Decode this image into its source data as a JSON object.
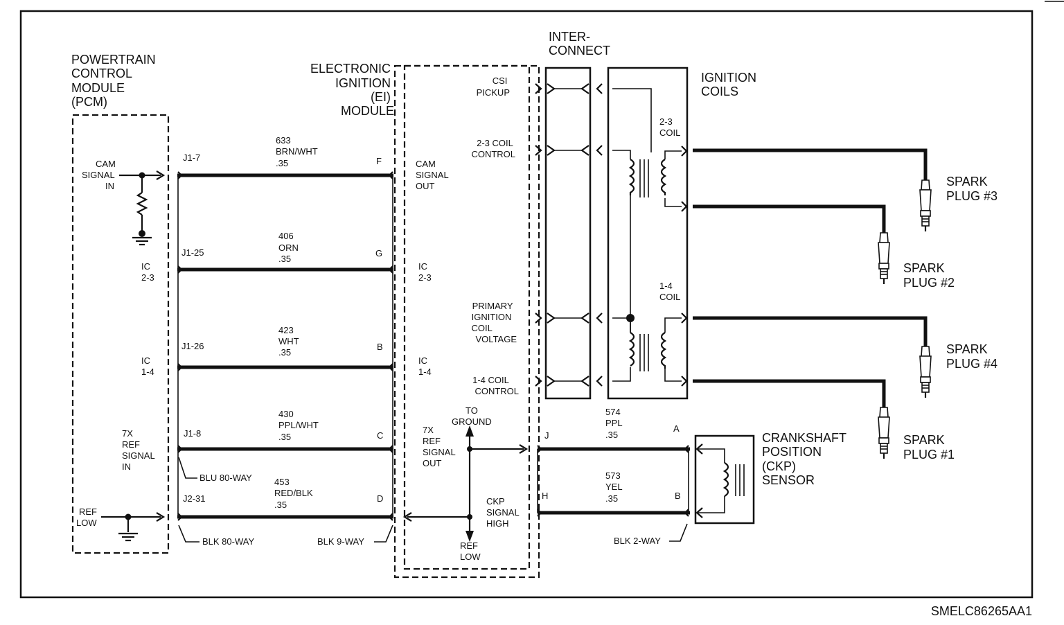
{
  "pcm": {
    "title": [
      "POWERTRAIN",
      "CONTROL",
      "MODULE",
      "(PCM)"
    ],
    "pins": {
      "cam_signal_in": [
        "CAM",
        "SIGNAL",
        "IN"
      ],
      "ic_23": [
        "IC",
        "2-3"
      ],
      "ic_14": [
        "IC",
        "1-4"
      ],
      "ref_signal_in": [
        "7X",
        "REF",
        "SIGNAL",
        "IN"
      ],
      "ref_low": [
        "REF",
        "LOW"
      ]
    }
  },
  "ei_module": {
    "title": [
      "ELECTRONIC",
      "IGNITION",
      "(EI)",
      "MODULE"
    ],
    "pins": {
      "cam_signal_out": [
        "CAM",
        "SIGNAL",
        "OUT"
      ],
      "ic_23": [
        "IC",
        "2-3"
      ],
      "ic_14": [
        "IC",
        "1-4"
      ],
      "ref_signal_out": [
        "7X",
        "REF",
        "SIGNAL",
        "OUT"
      ],
      "csi_pickup": [
        "CSI",
        "PICKUP"
      ],
      "coil_23_control": [
        "2-3 COIL",
        "CONTROL"
      ],
      "primary_voltage": [
        "PRIMARY",
        "IGNITION",
        "COIL",
        "VOLTAGE"
      ],
      "coil_14_control": [
        "1-4 COIL",
        "CONTROL"
      ],
      "to_ground": [
        "TO",
        "GROUND"
      ],
      "ckp_signal_high": [
        "CKP",
        "SIGNAL",
        "HIGH"
      ],
      "ref_low": [
        "REF",
        "LOW"
      ]
    }
  },
  "interconnect": {
    "title": [
      "INTER-",
      "CONNECT"
    ]
  },
  "ignition_coils": {
    "title": [
      "IGNITION",
      "COILS"
    ],
    "coil_23": [
      "2-3",
      "COIL"
    ],
    "coil_14": [
      "1-4",
      "COIL"
    ]
  },
  "ckp_sensor": {
    "title": [
      "CRANKSHAFT",
      "POSITION",
      "(CKP)",
      "SENSOR"
    ]
  },
  "spark_plugs": [
    [
      "SPARK",
      "PLUG #3"
    ],
    [
      "SPARK",
      "PLUG #2"
    ],
    [
      "SPARK",
      "PLUG #4"
    ],
    [
      "SPARK",
      "PLUG #1"
    ]
  ],
  "wires": [
    {
      "pcm_pin": "J1-7",
      "circuit": "633",
      "color": "BRN/WHT",
      "gauge": ".35",
      "ei_pin": "F"
    },
    {
      "pcm_pin": "J1-25",
      "circuit": "406",
      "color": "ORN",
      "gauge": ".35",
      "ei_pin": "G"
    },
    {
      "pcm_pin": "J1-26",
      "circuit": "423",
      "color": "WHT",
      "gauge": ".35",
      "ei_pin": "B"
    },
    {
      "pcm_pin": "J1-8",
      "circuit": "430",
      "color": "PPL/WHT",
      "gauge": ".35",
      "ei_pin": "C"
    },
    {
      "pcm_pin": "J2-31",
      "circuit": "453",
      "color": "RED/BLK",
      "gauge": ".35",
      "ei_pin": "D"
    }
  ],
  "ckp_wires": [
    {
      "ei_pin": "J",
      "circuit": "574",
      "color": "PPL",
      "gauge": ".35",
      "sensor_pin": "A"
    },
    {
      "ei_pin": "H",
      "circuit": "573",
      "color": "YEL",
      "gauge": ".35",
      "sensor_pin": "B"
    }
  ],
  "connectors": {
    "blu_80": "BLU 80-WAY",
    "blk_80": "BLK 80-WAY",
    "blk_9": "BLK 9-WAY",
    "blk_2": "BLK 2-WAY"
  },
  "figure_id": "SMELC86265AA1"
}
